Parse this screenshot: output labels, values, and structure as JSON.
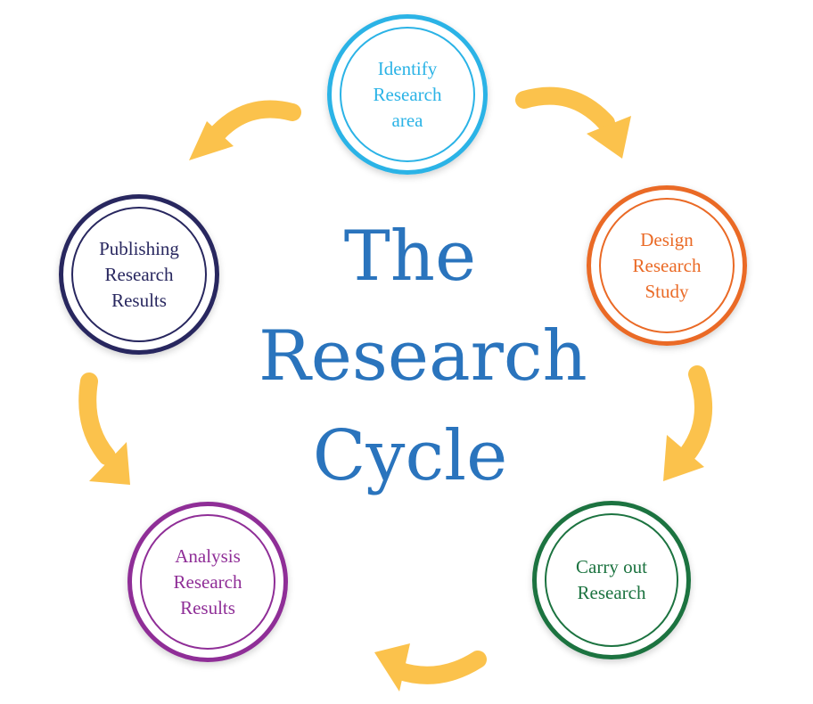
{
  "title": {
    "lines": [
      "The",
      "Research",
      "Cycle"
    ]
  },
  "steps": [
    {
      "lines": [
        "Identify",
        "Research",
        "area"
      ],
      "color": "#2bb3e6"
    },
    {
      "lines": [
        "Design",
        "Research",
        "Study"
      ],
      "color": "#ea6a26"
    },
    {
      "lines": [
        "Carry out",
        "Research"
      ],
      "color": "#1c7340"
    },
    {
      "lines": [
        "Analysis",
        "Research",
        "Results"
      ],
      "color": "#8f2e97"
    },
    {
      "lines": [
        "Publishing",
        "Research",
        "Results"
      ],
      "color": "#28275f"
    }
  ],
  "colors": {
    "title": "#2a74bd",
    "arrow": "#fbc24c"
  }
}
